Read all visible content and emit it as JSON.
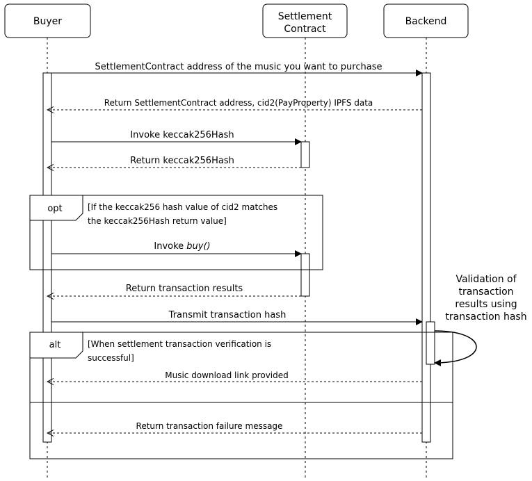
{
  "participants": {
    "buyer": "Buyer",
    "settlement_line1": "Settlement",
    "settlement_line2": "Contract",
    "backend": "Backend"
  },
  "messages": {
    "m1": "SettlementContract address of the music you want to purchase",
    "m2": "Return SettlementContract address, cid2(PayProperty) IPFS data",
    "m3": "Invoke keccak256Hash",
    "m4": "Return keccak256Hash",
    "m5_prefix": "Invoke ",
    "m5_call": "buy()",
    "m6": "Return transaction results",
    "m7": "Transmit transaction hash",
    "m8": "Music download link provided",
    "m9": "Return transaction failure message"
  },
  "fragments": {
    "opt_tag": "opt",
    "opt_guard_line1": "[If the keccak256 hash value of cid2 matches",
    "opt_guard_line2": "the keccak256Hash return value]",
    "alt_tag": "alt",
    "alt_guard_line1": "[When settlement transaction verification is",
    "alt_guard_line2": "successful]"
  },
  "self_note": {
    "line1": "Validation of",
    "line2": "transaction",
    "line3": "results using",
    "line4": "transaction hash"
  }
}
